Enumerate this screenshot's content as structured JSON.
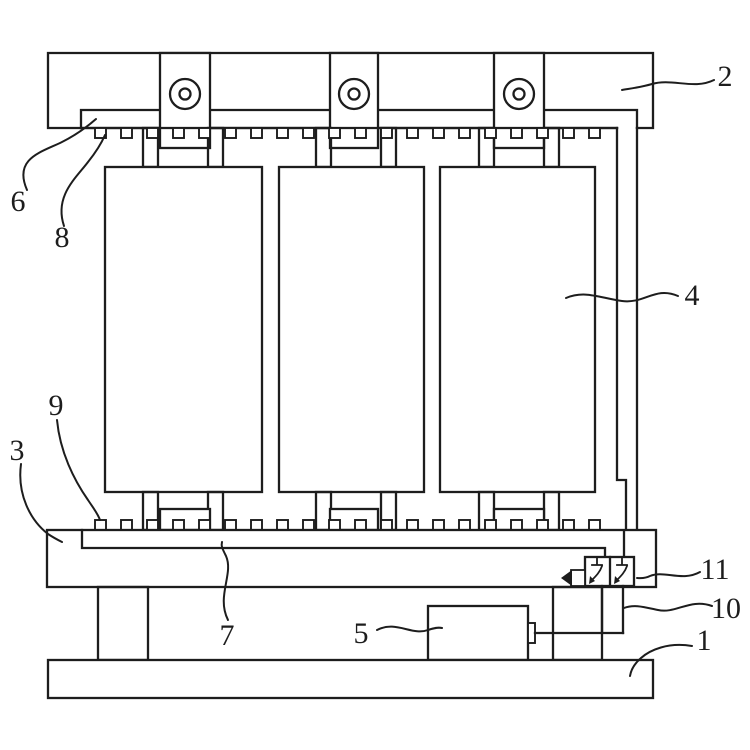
{
  "figure": {
    "background": "#ffffff",
    "line_color": "#1d1d1d",
    "description_hint": "patent-style line drawing of a clamped three-coil transformer assembly with piping, valve and pump",
    "labels": {
      "l1": "1",
      "l2": "2",
      "l3": "3",
      "l4": "4",
      "l5": "5",
      "l6": "6",
      "l7": "7",
      "l8": "8",
      "l9": "9",
      "l10": "10",
      "l11": "11"
    }
  }
}
